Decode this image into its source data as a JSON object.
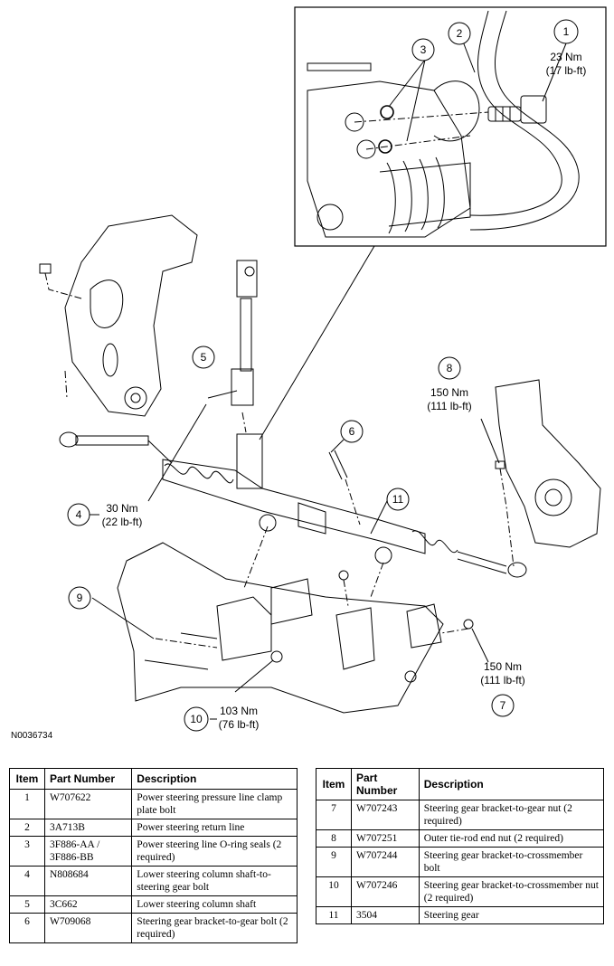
{
  "figure_id": "N0036734",
  "callouts": {
    "c1": {
      "num": "1",
      "torque_nm": "23 Nm",
      "torque_lbft": "(17 lb-ft)"
    },
    "c2": {
      "num": "2"
    },
    "c3": {
      "num": "3"
    },
    "c4": {
      "num": "4",
      "torque_nm": "30 Nm",
      "torque_lbft": "(22 lb-ft)"
    },
    "c5": {
      "num": "5"
    },
    "c6": {
      "num": "6"
    },
    "c7": {
      "num": "7",
      "torque_nm": "150 Nm",
      "torque_lbft": "(111 lb-ft)"
    },
    "c8": {
      "num": "8",
      "torque_nm": "150 Nm",
      "torque_lbft": "(111 lb-ft)"
    },
    "c9": {
      "num": "9"
    },
    "c10": {
      "num": "10",
      "torque_nm": "103 Nm",
      "torque_lbft": "(76 lb-ft)"
    },
    "c11": {
      "num": "11"
    }
  },
  "table": {
    "headers": [
      "Item",
      "Part Number",
      "Description"
    ],
    "left_rows": [
      {
        "item": "1",
        "part": "W707622",
        "desc": "Power steering pressure line clamp plate bolt"
      },
      {
        "item": "2",
        "part": "3A713B",
        "desc": "Power steering return line"
      },
      {
        "item": "3",
        "part": "3F886-AA / 3F886-BB",
        "desc": "Power steering line O-ring seals (2 required)"
      },
      {
        "item": "4",
        "part": "N808684",
        "desc": "Lower steering column shaft-to-steering gear bolt"
      },
      {
        "item": "5",
        "part": "3C662",
        "desc": "Lower steering column shaft"
      },
      {
        "item": "6",
        "part": "W709068",
        "desc": "Steering gear bracket-to-gear bolt (2 required)"
      }
    ],
    "right_rows": [
      {
        "item": "7",
        "part": "W707243",
        "desc": "Steering gear bracket-to-gear nut (2 required)"
      },
      {
        "item": "8",
        "part": "W707251",
        "desc": "Outer tie-rod end nut (2 required)"
      },
      {
        "item": "9",
        "part": "W707244",
        "desc": "Steering gear bracket-to-crossmember bolt"
      },
      {
        "item": "10",
        "part": "W707246",
        "desc": "Steering gear bracket-to-crossmember nut (2 required)"
      },
      {
        "item": "11",
        "part": "3504",
        "desc": "Steering gear"
      }
    ]
  }
}
